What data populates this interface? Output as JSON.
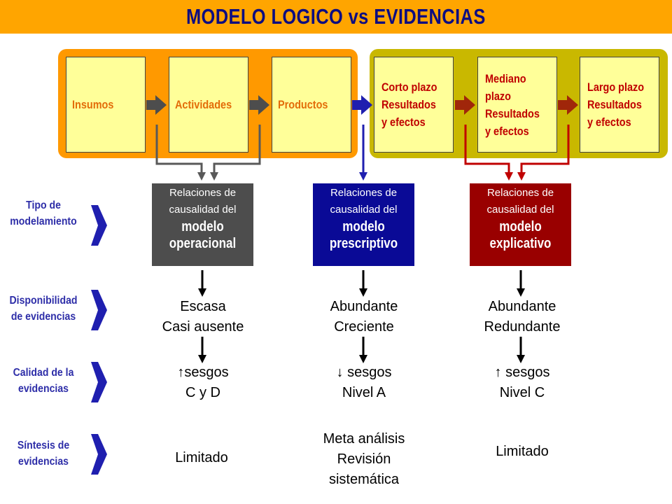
{
  "title": "MODELO LOGICO vs EVIDENCIAS",
  "stages": {
    "insumos": "Insumos",
    "actividades": "Actividades",
    "productos": "Productos",
    "corto": "Corto plazo\nResultados\ny efectos",
    "mediano": "Mediano\nplazo\nResultados\ny efectos",
    "largo": "Largo plazo\nResultados\ny efectos"
  },
  "models": {
    "operacional": {
      "prefix": "Relaciones de causalidad del",
      "name": "modelo\noperacional"
    },
    "prescriptivo": {
      "prefix": "Relaciones de causalidad del",
      "name": "modelo\nprescriptivo"
    },
    "explicativo": {
      "prefix": "Relaciones de causalidad del",
      "name": "modelo\nexplicativo"
    }
  },
  "row_labels": {
    "tipo": "Tipo de\nmodelamiento",
    "disponibilidad": "Disponibilidad\nde evidencias",
    "calidad": "Calidad de la\nevidencias",
    "sintesis": "Síntesis de\nevidencias"
  },
  "disponibilidad": {
    "operacional": "Escasa\nCasi ausente",
    "prescriptivo": "Abundante\nCreciente",
    "explicativo": "Abundante\nRedundante"
  },
  "calidad": {
    "operacional": "↑sesgos\nC y D",
    "prescriptivo": "↓ sesgos\nNivel A",
    "explicativo": "↑ sesgos\nNivel C"
  },
  "sintesis": {
    "operacional": "Limitado",
    "prescriptivo": "Meta análisis\nRevisión\nsistemática",
    "explicativo": "Limitado"
  },
  "colors": {
    "title_bar": "#FFA500",
    "title_text": "#0D0D80",
    "panel_orange": "#FF9900",
    "panel_olive": "#C9B800",
    "stage_fill": "#FFFF99",
    "operacional": "#4D4D4D",
    "prescriptivo": "#0A0A96",
    "explicativo": "#990000",
    "side_arrow": "#1F1FAF"
  }
}
